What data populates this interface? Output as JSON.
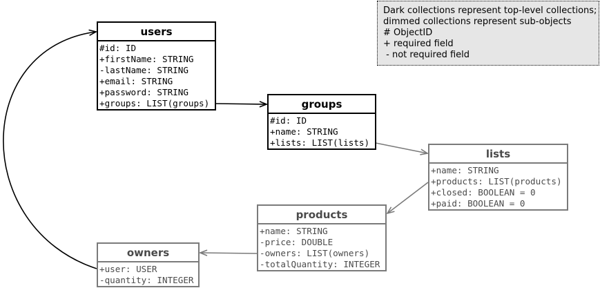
{
  "legend": {
    "lines": [
      "Dark collections represent top-level collections;",
      "dimmed collections represent sub-objects",
      "# ObjectID",
      "+ required field",
      " - not required field"
    ]
  },
  "collections": {
    "users": {
      "title": "users",
      "fields": [
        "#id: ID",
        "+firstName: STRING",
        "-lastName: STRING",
        "+email: STRING",
        "+password: STRING",
        "+groups: LIST(groups)"
      ]
    },
    "groups": {
      "title": "groups",
      "fields": [
        "#id: ID",
        "+name: STRING",
        "+lists: LIST(lists)"
      ]
    },
    "lists": {
      "title": "lists",
      "fields": [
        "+name: STRING",
        "+products: LIST(products)",
        "+closed: BOOLEAN = 0",
        "+paid: BOOLEAN = 0"
      ]
    },
    "products": {
      "title": "products",
      "fields": [
        "+name: STRING",
        "-price: DOUBLE",
        "-owners: LIST(owners)",
        "-totalQuantity: INTEGER"
      ]
    },
    "owners": {
      "title": "owners",
      "fields": [
        "+user: USER",
        "-quantity: INTEGER"
      ]
    }
  },
  "relations": [
    {
      "from": "users",
      "to": "groups"
    },
    {
      "from": "groups",
      "to": "lists"
    },
    {
      "from": "lists",
      "to": "products"
    },
    {
      "from": "products",
      "to": "owners"
    },
    {
      "from": "owners",
      "to": "users"
    }
  ]
}
